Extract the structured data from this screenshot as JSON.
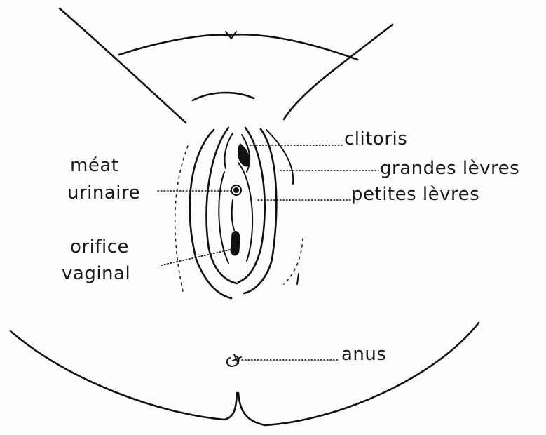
{
  "labels": {
    "clitoris": "clitoris",
    "grandes_levres": "grandes lèvres",
    "meat_line1": "méat",
    "meat_line2": "urinaire",
    "petites_levres": "petites lèvres",
    "orifice_line1": "orifice",
    "orifice_line2": "vaginal",
    "anus": "anus"
  }
}
